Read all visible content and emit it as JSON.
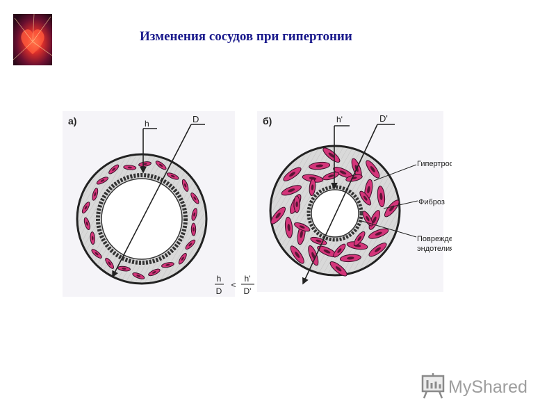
{
  "title": "Изменения сосудов при гипертонии",
  "logo_icon": "heart-icon",
  "colors": {
    "title": "#1a1a8c",
    "cells": "#d4357a",
    "wall": "#d6d6d6",
    "watermark": "#9e9e9e"
  },
  "diagram": {
    "panel_a": {
      "label": "а)",
      "h": "h",
      "d": "D"
    },
    "panel_b": {
      "label": "б)",
      "h": "h'",
      "d": "D'",
      "callouts": {
        "hypertrophy": "Гипертрофия ГМК",
        "fibrosis": "Фиброз",
        "endothelium_1": "Повреждение",
        "endothelium_2": "эндотелия"
      }
    },
    "formula": {
      "left_num": "h",
      "left_den": "D",
      "op": "<",
      "right_num": "h'",
      "right_den": "D'"
    }
  },
  "watermark": {
    "text": "MyShared",
    "icon": "presentation-board-icon"
  }
}
